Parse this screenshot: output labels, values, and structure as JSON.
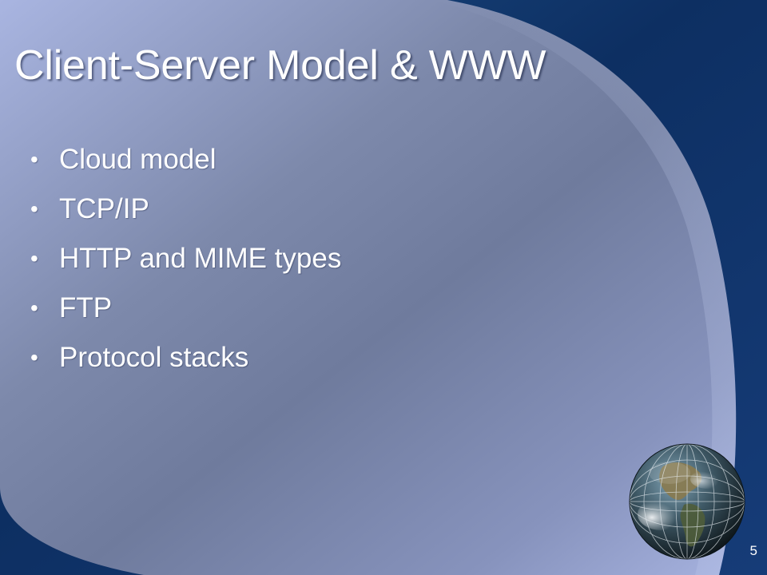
{
  "slide": {
    "title": "Client-Server Model & WWW",
    "bullets": [
      "Cloud model",
      "TCP/IP",
      "HTTP and MIME types",
      "FTP",
      "Protocol stacks"
    ],
    "slide_number": "5",
    "bullet_symbol": "•"
  },
  "decorations": {
    "globe_icon": "globe-icon",
    "colors": {
      "dark_swoosh": "#0d2f62",
      "panel_light": "#a9b5e1",
      "panel_mid": "#7a86a8",
      "text": "#ffffff"
    }
  }
}
